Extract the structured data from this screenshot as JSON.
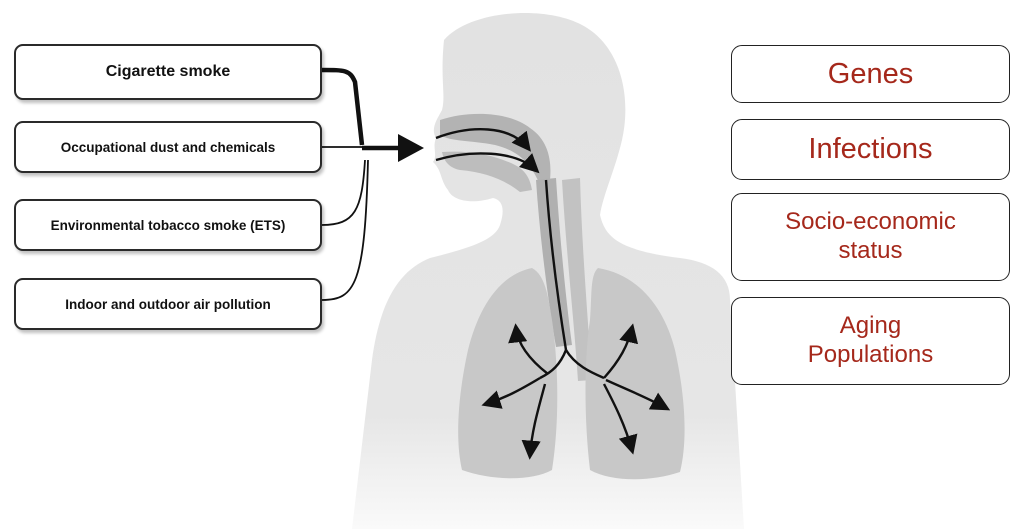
{
  "exposures": [
    {
      "label": "Cigarette smoke"
    },
    {
      "label": "Occupational dust and chemicals"
    },
    {
      "label": "Environmental tobacco smoke (ETS)"
    },
    {
      "label": "Indoor and outdoor air pollution"
    }
  ],
  "risk_factors": [
    {
      "label": "Genes"
    },
    {
      "label": "Infections"
    },
    {
      "label": "Socio-economic status"
    },
    {
      "label": "Aging Populations"
    }
  ],
  "colors": {
    "factor_text": "#a5281b",
    "body_fill": "#e6e6e6",
    "airway_fill": "#a8a8a8",
    "lung_fill": "#c9c9c9",
    "arrow": "#111111"
  },
  "icons": [
    "human-body-silhouette",
    "lung-left",
    "lung-right",
    "airflow-arrows"
  ]
}
